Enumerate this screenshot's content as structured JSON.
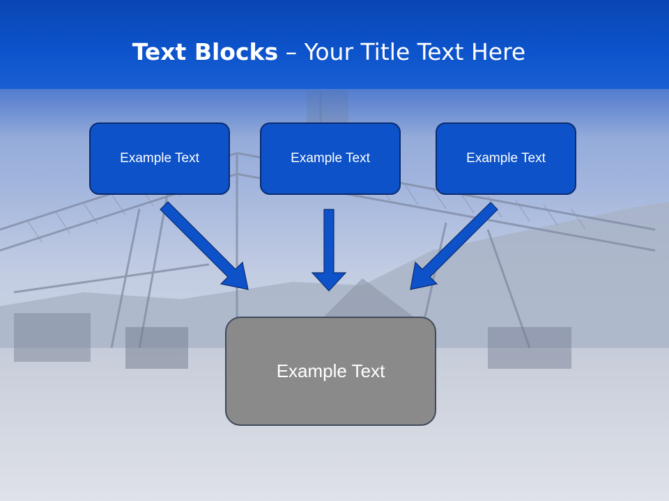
{
  "title": {
    "bold_part": "Text Blocks",
    "rest_part": " – Your Title Text Here"
  },
  "boxes": {
    "top": [
      "Example Text",
      "Example Text",
      "Example Text"
    ],
    "bottom": "Example Text"
  },
  "colors": {
    "header": "#0d54cc",
    "top_box_fill": "#0d52c8",
    "top_box_border": "#0a2b6e",
    "bottom_box_fill": "#8a8a8a",
    "arrow_fill": "#0d52c8"
  }
}
